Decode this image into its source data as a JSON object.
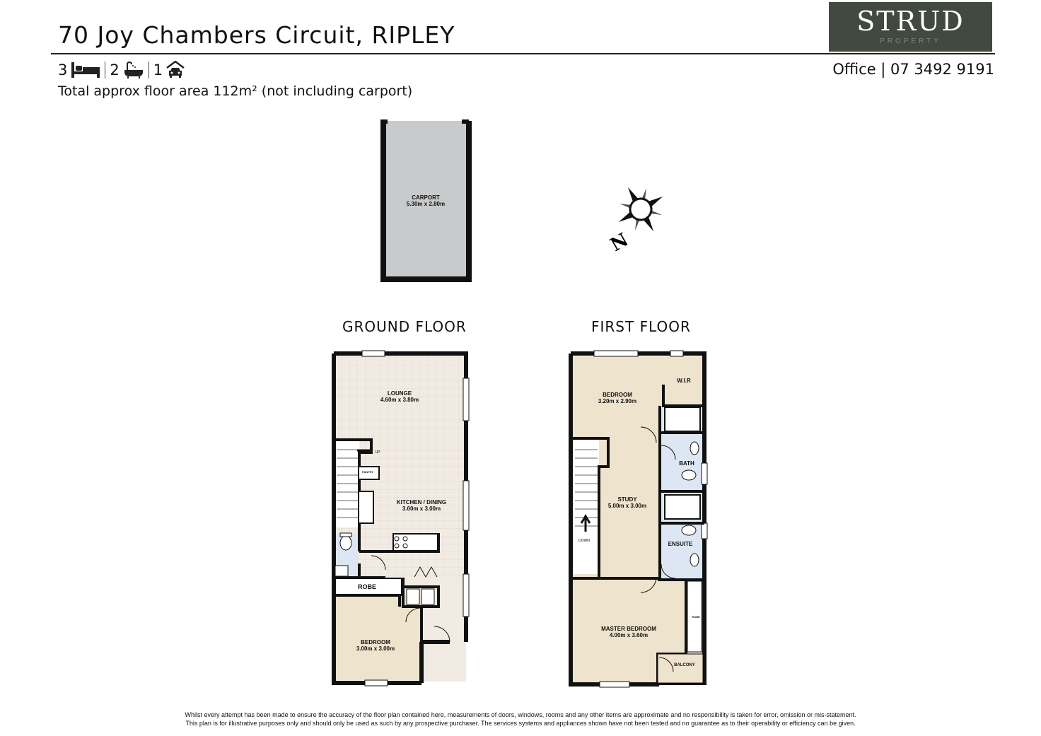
{
  "header": {
    "title": "70 Joy Chambers Circuit, RIPLEY",
    "logo_name": "STRUD",
    "logo_sub": "PROPERTY",
    "office": "Office | 07 3492 9191",
    "area": "Total approx floor area 112m² (not including carport)"
  },
  "features": [
    {
      "count": "3",
      "icon": "bed-icon"
    },
    {
      "count": "2",
      "icon": "bath-icon"
    },
    {
      "count": "1",
      "icon": "car-icon"
    }
  ],
  "floors": {
    "ground": "GROUND FLOOR",
    "first": "FIRST FLOOR"
  },
  "rooms": {
    "carport": {
      "name": "CARPORT",
      "size": "5.30m  x 2.80m"
    },
    "lounge": {
      "name": "LOUNGE",
      "size": "4.60m  x 3.80m"
    },
    "kitchen": {
      "name": "KITCHEN / DINING",
      "size": "3.60m  x 3.00m"
    },
    "pantry": "PANTRY",
    "up": "UP",
    "robe": "ROBE",
    "gf_bedroom": {
      "name": "BEDROOM",
      "size": "3.00m  x 3.00m"
    },
    "ff_bedroom": {
      "name": "BEDROOM",
      "size": "3.20m  x 2.90m"
    },
    "wir": "W.I.R",
    "bath": "BATH",
    "study": {
      "name": "STUDY",
      "size": "5.00m  x 3.00m"
    },
    "down": "DOWN",
    "ensuite": "ENSUITE",
    "master": {
      "name": "MASTER BEDROOM",
      "size": "4.00m  x 3.60m"
    },
    "ff_robe": "ROBE",
    "balcony": "BALCONY"
  },
  "compass": {
    "label": "N"
  },
  "disclaimer": [
    "Whilst every attempt has been made to ensure the accuracy of the floor plan contained here, measurements of doors, windows, rooms and any other items are approximate and no responsibility is taken for error, omission or mis-statement.",
    "This plan is for illustrative purposes only and should only be used as such by any prospective purchaser. The services systems and appliances shown have not been tested and no guarantee as to their operability or efficiency can be given."
  ],
  "colors": {
    "logo_bg": "#424a40",
    "carport_fill": "#c9cacb",
    "living_fill": "#f1ebe3",
    "bedroom_fill": "#eee3cc",
    "wet_fill": "#dde7f3",
    "wall": "#111111"
  }
}
